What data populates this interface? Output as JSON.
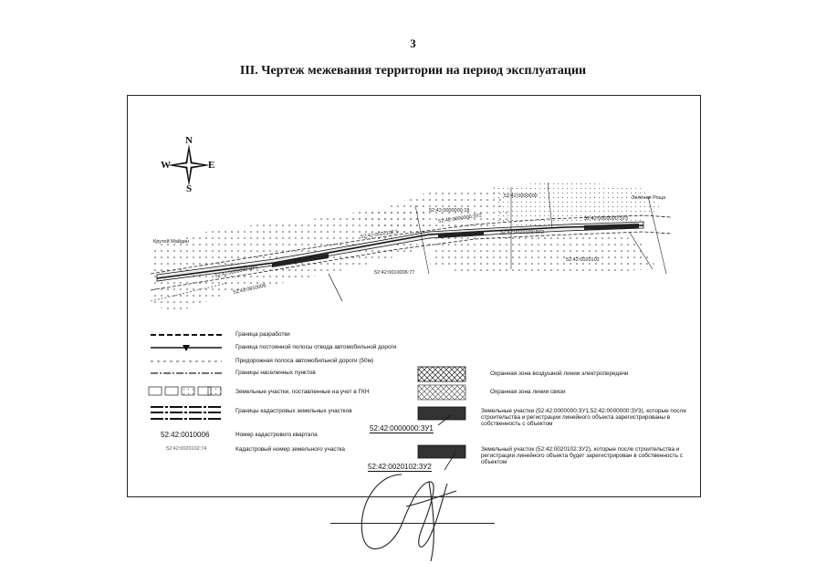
{
  "page": {
    "number": "3",
    "title": "III. Чертеж межевания территории на период эксплуатации"
  },
  "compass": {
    "n": "N",
    "s": "S",
    "w": "W",
    "e": "E"
  },
  "map_labels": {
    "village_left": "Крутой Майдан",
    "village_right": "Зелёная Роща",
    "kv_left": "52:42:0010006",
    "parcel_left": "52:42:0000000:ЗУ1",
    "parcel_mid1": "52:42:0000000:ЗУ2",
    "parcel_mid2": "52:42:0020102:ЗУ2",
    "parcel_mid3": "52:42:0000000",
    "parcel_right": "52:42:0000000:ЗУ3",
    "kv_right": "52:42:0020102",
    "small1": "52:42:0020102:1",
    "small2": "52:42:0010006:77",
    "small3": "52:42:0000000:18"
  },
  "legend": {
    "items": [
      "Граница разработки",
      "Граница постоянной полосы отвода автомобильной дороги",
      "Придорожная полоса автомобильной дороги (50м)",
      "Границы населенных пунктов",
      "Земельные участки, поставленные на учет в ГКН",
      "Границы кадастровых земельных участков",
      "Номер кадастрового квартала",
      "Кадастровый номер земельного участка"
    ],
    "right_items": [
      "Охранная зона воздушной линии электропередачи",
      "Охранная зона линии связи",
      "Земельные участки (52:42:0000000:ЗУ1,52:42:0000000:ЗУ3), которые после строительства и регистрации линейного объекта зарегистрированы в собственность с объектом",
      "Земельный участок (52:42:0020102:ЗУ2), которые после строительства и регистрации линейного объекта будет зарегистрирован в собственность с объектом"
    ],
    "kv_sample": "52:42:0010006",
    "plot_sample": "52:42:0020102:74",
    "callout1": "52:42:0000000:ЗУ1",
    "callout2": "52:42:0020102:ЗУ2"
  }
}
